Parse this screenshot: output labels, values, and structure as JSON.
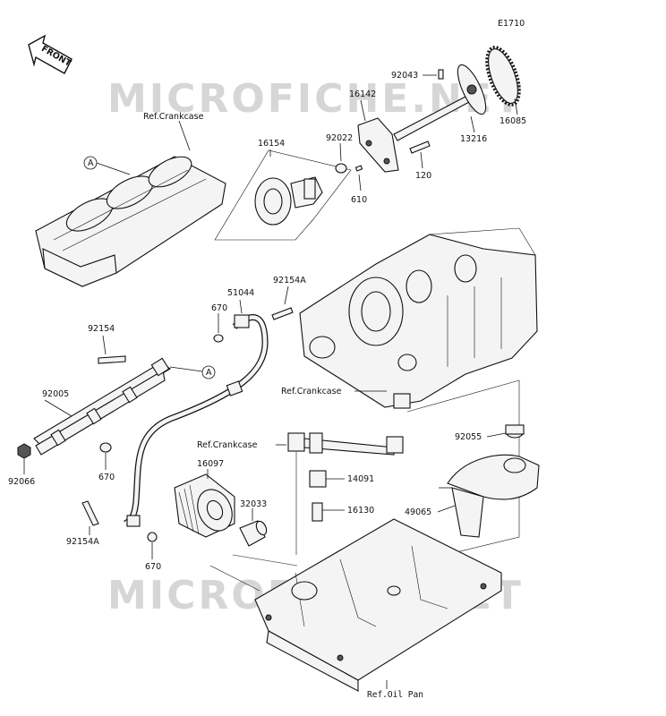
{
  "diagram_code": "E1710",
  "front_label": "FRONT",
  "watermark": "MICROFICHE.NET",
  "callout_a": "A",
  "parts": {
    "p92043": "92043",
    "p16142": "16142",
    "p16085": "16085",
    "p13216": "13216",
    "p92022": "92022",
    "p120": "120",
    "p610": "610",
    "p16154": "16154",
    "p51044": "51044",
    "p92154A_top": "92154A",
    "p670_top": "670",
    "p92154": "92154",
    "p92005": "92005",
    "p670_mid": "670",
    "p92066": "92066",
    "p16097": "16097",
    "p32033": "32033",
    "p14091": "14091",
    "p16130": "16130",
    "p92055": "92055",
    "p49065": "49065",
    "p92154A_bottom": "92154A",
    "p670_bottom": "670"
  },
  "refs": {
    "crankcase_top": "Ref.Crankcase",
    "crankcase_mid": "Ref.Crankcase",
    "crankcase_pipe": "Ref.Crankcase",
    "oil_pan": "Ref.Oil Pan"
  }
}
